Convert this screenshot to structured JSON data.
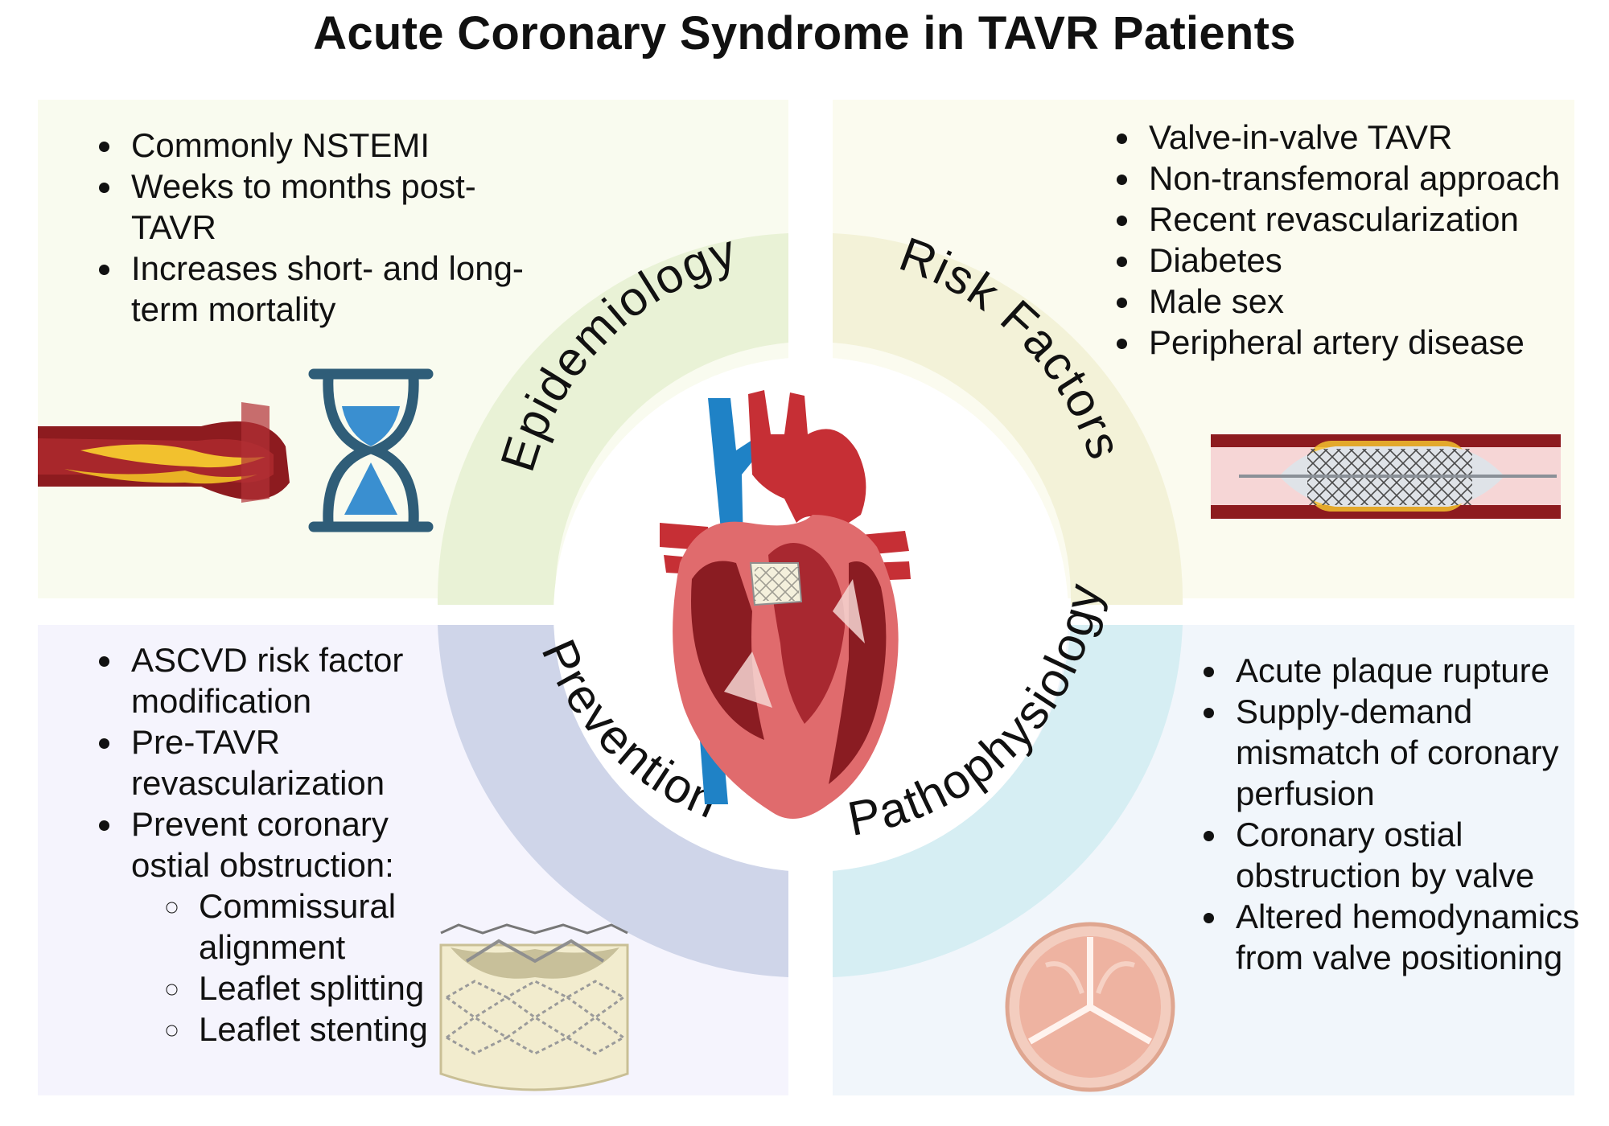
{
  "title": "Acute Coronary Syndrome in TAVR Patients",
  "colors": {
    "epidemiology_panel": "#f9fbef",
    "epidemiology_ring": "#e9f2d6",
    "risk_panel": "#fbfbef",
    "risk_ring": "#f3f2d8",
    "prevention_panel": "#f5f4fd",
    "prevention_ring": "#cfd5e9",
    "pathophysiology_panel": "#f1f6fb",
    "pathophysiology_ring": "#d6eef3"
  },
  "sections": {
    "epidemiology": {
      "label": "Epidemiology",
      "items": [
        "Commonly NSTEMI",
        "Weeks to months post-TAVR",
        "Increases short- and long-term mortality"
      ],
      "icons": [
        "artery-plaque-icon",
        "hourglass-icon"
      ]
    },
    "risk_factors": {
      "label": "Risk Factors",
      "items": [
        "Valve-in-valve TAVR",
        "Non-transfemoral approach",
        "Recent revascularization",
        "Diabetes",
        "Male sex",
        "Peripheral artery disease"
      ],
      "icons": [
        "stent-balloon-icon"
      ]
    },
    "prevention": {
      "label": "Prevention",
      "items": [
        "ASCVD risk factor modification",
        "Pre-TAVR revascularization",
        "Prevent coronary ostial obstruction:"
      ],
      "subitems": [
        "Commissural alignment",
        "Leaflet splitting",
        "Leaflet stenting"
      ],
      "icons": [
        "transcatheter-valve-icon"
      ]
    },
    "pathophysiology": {
      "label": "Pathophysiology",
      "items": [
        "Acute plaque rupture",
        "Supply-demand mismatch of coronary perfusion",
        "Coronary ostial obstruction by valve",
        "Altered hemodynamics from valve positioning"
      ],
      "icons": [
        "aortic-valve-top-view-icon"
      ]
    }
  },
  "center_icon": "heart-with-tavr-valve-icon"
}
